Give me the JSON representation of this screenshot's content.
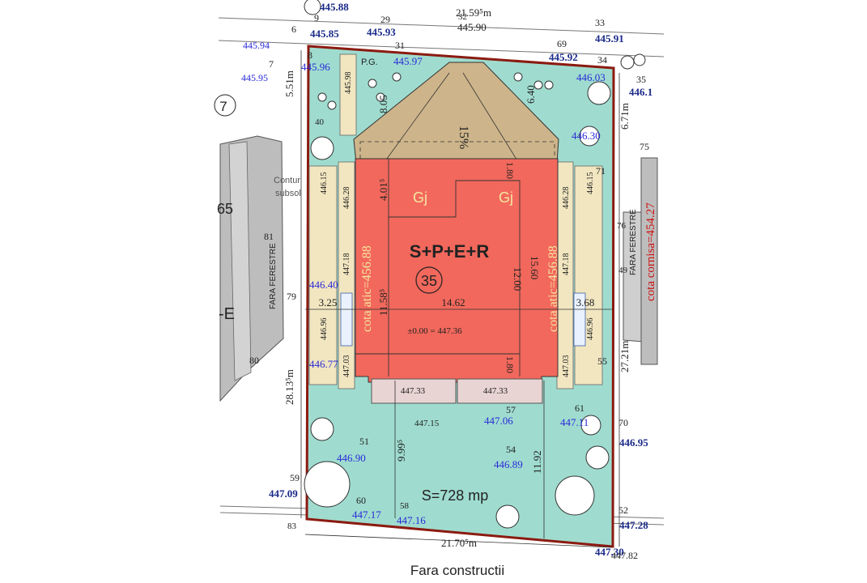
{
  "colors": {
    "lot_fill": "#9fdccf",
    "building_fill": "#f2685c",
    "roof_fill": "#cdb48a",
    "terrace_fill": "#e8d4d2",
    "lot_border": "#8b1a10",
    "strip_fill": "#f1e6c0",
    "neighbor_fill": "#bdbdbd",
    "elev_blue": "#2a2ad8",
    "elev_navy": "#1a2a8a",
    "red_text": "#cc1111"
  },
  "building": {
    "regime": "S+P+E+R",
    "lot_number": "35",
    "zero_level": "±0.00 = 447.36",
    "attic_left": "cota atic=456.88",
    "attic_right": "cota atic=456.88",
    "gj_left": "Gj",
    "gj_right": "Gj",
    "roof_slope": "15%",
    "terrace_left": "447.33",
    "terrace_right": "447.33",
    "pg": "P.G."
  },
  "lot": {
    "area": "S=728 mp",
    "bottom_label": "Fara constructii",
    "contour_line1": "Contur",
    "contour_line2": "subsol"
  },
  "dimensions": {
    "width_building": "14.62",
    "left_setback": "3.25",
    "right_setback": "3.68",
    "height_building": "12.00",
    "height_total": "15.60",
    "left_depth": "11.58⁵",
    "top_offset_a": "4.01⁵",
    "top_offset_b": "1.80",
    "bottom_offset": "1.80",
    "top_roof": "8.05",
    "top_right_roof": "6.40",
    "front_yard": "9.99⁵",
    "front_yard_right": "11.92",
    "top_street": "21.59⁵m",
    "bottom_width": "21.70⁵m",
    "left_side": "28.13⁵m",
    "right_side": "27.21m",
    "right_top": "6.71m",
    "left_top": "5.51m"
  },
  "elevations_blue": [
    "445.88",
    "445.85",
    "445.93",
    "445.97",
    "445.96",
    "445.94",
    "445.92",
    "445.91",
    "446.03",
    "446.30",
    "446.40",
    "446.77",
    "447.06",
    "447.11",
    "446.90",
    "446.89",
    "447.17",
    "447.16",
    "447.28",
    "447.30",
    "446.95",
    "447.09",
    "446.1",
    "445.95"
  ],
  "elevations_dark": [
    "445.90",
    "445.98",
    "446.15",
    "446.28",
    "447.18",
    "446.96",
    "447.03",
    "447.15",
    "447.82"
  ],
  "strip_labels": {
    "left_outer_top": "446.15",
    "left_inner_top": "446.28",
    "left_inner_mid": "447.18",
    "left_outer_bot": "446.96",
    "left_inner_bot": "447.03",
    "right_inner_top": "446.28",
    "right_outer_top": "446.15",
    "right_inner_mid": "447.18",
    "right_outer_bot": "446.96",
    "right_inner_bot": "447.03",
    "pg_value": "445.98"
  },
  "points": [
    "6",
    "9",
    "29",
    "33",
    "69",
    "34",
    "35",
    "7",
    "8",
    "31",
    "40",
    "81",
    "79",
    "80",
    "51",
    "60",
    "58",
    "54",
    "57",
    "61",
    "55",
    "70",
    "52",
    "59",
    "83",
    "75",
    "71",
    "76",
    "49",
    "32"
  ],
  "neighbors": {
    "left_fara": "FARA FERESTRE",
    "right_fara": "FARA FERESTRE",
    "cota_cornisa": "cota cornisa=454.27",
    "left_number_a": "65",
    "left_number_b": "7",
    "left_letter": "-E"
  }
}
